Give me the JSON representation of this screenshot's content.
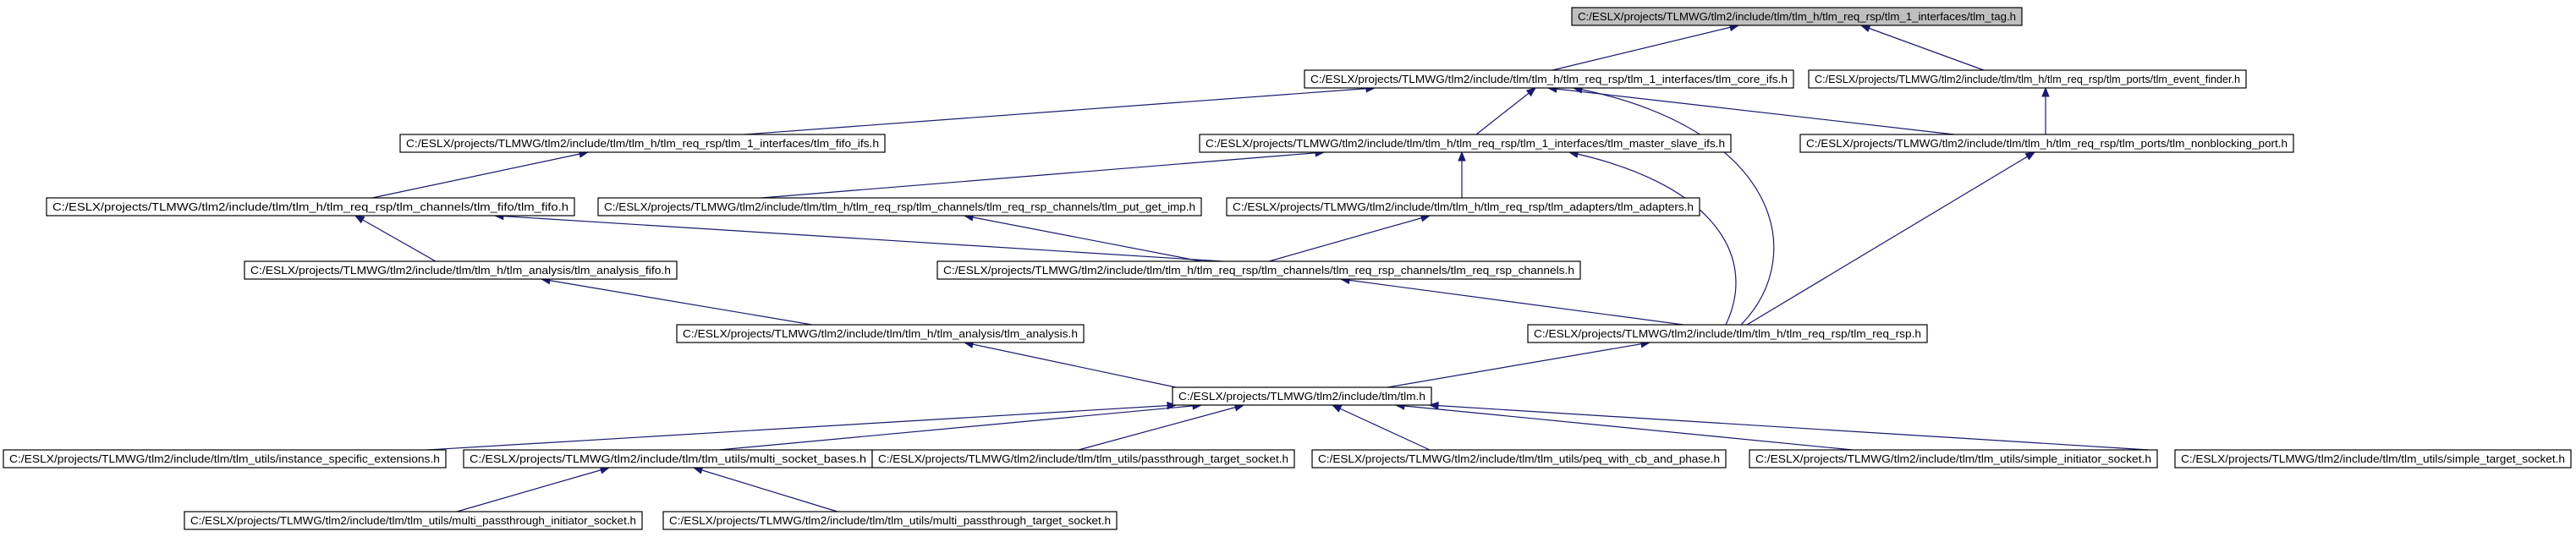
{
  "graph": {
    "edge_color": "#191970",
    "root_fill": "#bfbfbf",
    "nodes": [
      {
        "id": "tlm_tag",
        "label": "C:/ESLX/projects/TLMWG/tlm2/include/tlm/tlm_h/tlm_req_rsp/tlm_1_interfaces/tlm_tag.h",
        "root": true
      },
      {
        "id": "tlm_core_ifs",
        "label": "C:/ESLX/projects/TLMWG/tlm2/include/tlm/tlm_h/tlm_req_rsp/tlm_1_interfaces/tlm_core_ifs.h"
      },
      {
        "id": "tlm_event_finder",
        "label": "C:/ESLX/projects/TLMWG/tlm2/include/tlm/tlm_h/tlm_req_rsp/tlm_ports/tlm_event_finder.h"
      },
      {
        "id": "tlm_fifo_ifs",
        "label": "C:/ESLX/projects/TLMWG/tlm2/include/tlm/tlm_h/tlm_req_rsp/tlm_1_interfaces/tlm_fifo_ifs.h"
      },
      {
        "id": "tlm_master_slave_ifs",
        "label": "C:/ESLX/projects/TLMWG/tlm2/include/tlm/tlm_h/tlm_req_rsp/tlm_1_interfaces/tlm_master_slave_ifs.h"
      },
      {
        "id": "tlm_nonblocking_port",
        "label": "C:/ESLX/projects/TLMWG/tlm2/include/tlm/tlm_h/tlm_req_rsp/tlm_ports/tlm_nonblocking_port.h"
      },
      {
        "id": "tlm_fifo",
        "label": "C:/ESLX/projects/TLMWG/tlm2/include/tlm/tlm_h/tlm_req_rsp/tlm_channels/tlm_fifo/tlm_fifo.h"
      },
      {
        "id": "tlm_put_get_imp",
        "label": "C:/ESLX/projects/TLMWG/tlm2/include/tlm/tlm_h/tlm_req_rsp/tlm_channels/tlm_req_rsp_channels/tlm_put_get_imp.h"
      },
      {
        "id": "tlm_adapters",
        "label": "C:/ESLX/projects/TLMWG/tlm2/include/tlm/tlm_h/tlm_req_rsp/tlm_adapters/tlm_adapters.h"
      },
      {
        "id": "tlm_analysis_fifo",
        "label": "C:/ESLX/projects/TLMWG/tlm2/include/tlm/tlm_h/tlm_analysis/tlm_analysis_fifo.h"
      },
      {
        "id": "tlm_req_rsp_channels",
        "label": "C:/ESLX/projects/TLMWG/tlm2/include/tlm/tlm_h/tlm_req_rsp/tlm_channels/tlm_req_rsp_channels/tlm_req_rsp_channels.h"
      },
      {
        "id": "tlm_analysis",
        "label": "C:/ESLX/projects/TLMWG/tlm2/include/tlm/tlm_h/tlm_analysis/tlm_analysis.h"
      },
      {
        "id": "tlm_req_rsp",
        "label": "C:/ESLX/projects/TLMWG/tlm2/include/tlm/tlm_h/tlm_req_rsp/tlm_req_rsp.h"
      },
      {
        "id": "tlm",
        "label": "C:/ESLX/projects/TLMWG/tlm2/include/tlm/tlm.h"
      },
      {
        "id": "instance_specific_extensions",
        "label": "C:/ESLX/projects/TLMWG/tlm2/include/tlm/tlm_utils/instance_specific_extensions.h"
      },
      {
        "id": "multi_socket_bases",
        "label": "C:/ESLX/projects/TLMWG/tlm2/include/tlm/tlm_utils/multi_socket_bases.h"
      },
      {
        "id": "passthrough_target_socket",
        "label": "C:/ESLX/projects/TLMWG/tlm2/include/tlm/tlm_utils/passthrough_target_socket.h"
      },
      {
        "id": "peq_with_cb_and_phase",
        "label": "C:/ESLX/projects/TLMWG/tlm2/include/tlm/tlm_utils/peq_with_cb_and_phase.h"
      },
      {
        "id": "simple_initiator_socket",
        "label": "C:/ESLX/projects/TLMWG/tlm2/include/tlm/tlm_utils/simple_initiator_socket.h"
      },
      {
        "id": "simple_target_socket",
        "label": "C:/ESLX/projects/TLMWG/tlm2/include/tlm/tlm_utils/simple_target_socket.h"
      },
      {
        "id": "multi_passthrough_initiator_socket",
        "label": "C:/ESLX/projects/TLMWG/tlm2/include/tlm/tlm_utils/multi_passthrough_initiator_socket.h"
      },
      {
        "id": "multi_passthrough_target_socket",
        "label": "C:/ESLX/projects/TLMWG/tlm2/include/tlm/tlm_utils/multi_passthrough_target_socket.h"
      }
    ],
    "edges": [
      {
        "from": "tlm_core_ifs",
        "to": "tlm_tag"
      },
      {
        "from": "tlm_event_finder",
        "to": "tlm_tag"
      },
      {
        "from": "tlm_fifo_ifs",
        "to": "tlm_core_ifs"
      },
      {
        "from": "tlm_master_slave_ifs",
        "to": "tlm_core_ifs"
      },
      {
        "from": "tlm_nonblocking_port",
        "to": "tlm_core_ifs"
      },
      {
        "from": "tlm_req_rsp",
        "to": "tlm_core_ifs"
      },
      {
        "from": "tlm_nonblocking_port",
        "to": "tlm_event_finder"
      },
      {
        "from": "tlm_fifo",
        "to": "tlm_fifo_ifs"
      },
      {
        "from": "tlm_put_get_imp",
        "to": "tlm_master_slave_ifs"
      },
      {
        "from": "tlm_adapters",
        "to": "tlm_master_slave_ifs"
      },
      {
        "from": "tlm_req_rsp",
        "to": "tlm_master_slave_ifs"
      },
      {
        "from": "tlm_req_rsp",
        "to": "tlm_nonblocking_port"
      },
      {
        "from": "tlm_analysis_fifo",
        "to": "tlm_fifo"
      },
      {
        "from": "tlm_req_rsp_channels",
        "to": "tlm_fifo"
      },
      {
        "from": "tlm_req_rsp_channels",
        "to": "tlm_put_get_imp"
      },
      {
        "from": "tlm_req_rsp_channels",
        "to": "tlm_adapters"
      },
      {
        "from": "tlm_analysis",
        "to": "tlm_analysis_fifo"
      },
      {
        "from": "tlm_req_rsp",
        "to": "tlm_req_rsp_channels"
      },
      {
        "from": "tlm",
        "to": "tlm_analysis"
      },
      {
        "from": "tlm",
        "to": "tlm_req_rsp"
      },
      {
        "from": "instance_specific_extensions",
        "to": "tlm"
      },
      {
        "from": "multi_socket_bases",
        "to": "tlm"
      },
      {
        "from": "passthrough_target_socket",
        "to": "tlm"
      },
      {
        "from": "peq_with_cb_and_phase",
        "to": "tlm"
      },
      {
        "from": "simple_initiator_socket",
        "to": "tlm"
      },
      {
        "from": "simple_target_socket",
        "to": "tlm"
      },
      {
        "from": "multi_passthrough_initiator_socket",
        "to": "multi_socket_bases"
      },
      {
        "from": "multi_passthrough_target_socket",
        "to": "multi_socket_bases"
      }
    ]
  }
}
